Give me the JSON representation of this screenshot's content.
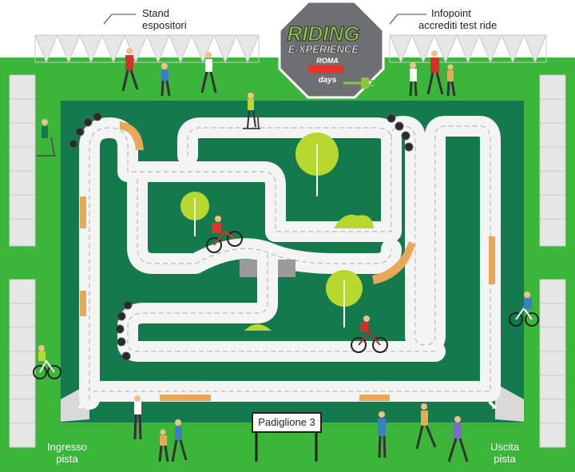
{
  "labels": {
    "stand_line1": "Stand",
    "stand_line2": "espositori",
    "infopoint_line1": "Infopoint",
    "infopoint_line2": "accrediti test ride",
    "entry_line1": "Ingresso",
    "entry_line2": "pista",
    "exit_line1": "Uscita",
    "exit_line2": "pista",
    "pavilion": "Padiglione 3"
  },
  "logo": {
    "line1": "RIDING",
    "line2": "E-XPERIENCE",
    "line3": "ROMA",
    "line4": "days"
  },
  "colors": {
    "grass": "#3bb53a",
    "track_field": "#147a4e",
    "track_surface": "#f4f4f4",
    "logo_plate": "#6d6f73",
    "logo_green": "#8bc53f",
    "tree": "#b6d82f"
  }
}
